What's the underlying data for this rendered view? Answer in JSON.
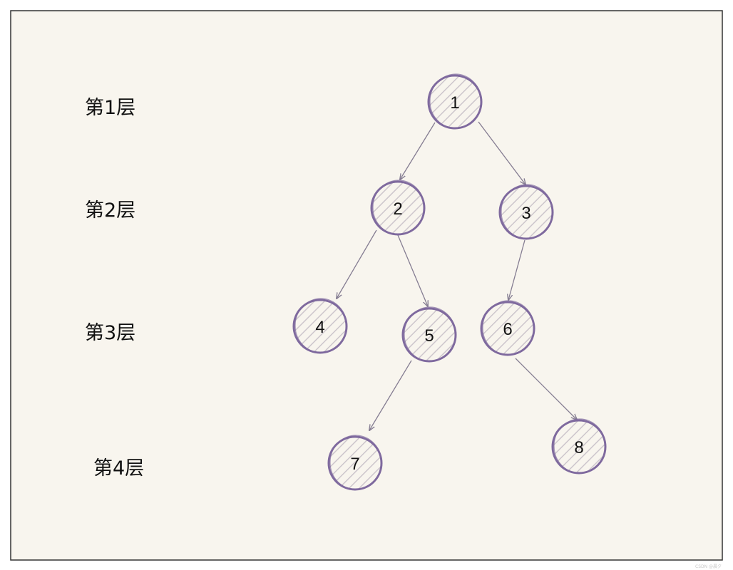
{
  "diagram": {
    "levels": [
      "第1层",
      "第2层",
      "第3层",
      "第4层"
    ],
    "nodes": [
      {
        "id": "1",
        "label": "1",
        "level": 1
      },
      {
        "id": "2",
        "label": "2",
        "level": 2
      },
      {
        "id": "3",
        "label": "3",
        "level": 2
      },
      {
        "id": "4",
        "label": "4",
        "level": 3
      },
      {
        "id": "5",
        "label": "5",
        "level": 3
      },
      {
        "id": "6",
        "label": "6",
        "level": 3
      },
      {
        "id": "7",
        "label": "7",
        "level": 4
      },
      {
        "id": "8",
        "label": "8",
        "level": 4
      }
    ],
    "edges": [
      {
        "from": "1",
        "to": "2"
      },
      {
        "from": "1",
        "to": "3"
      },
      {
        "from": "2",
        "to": "4"
      },
      {
        "from": "2",
        "to": "5"
      },
      {
        "from": "3",
        "to": "6"
      },
      {
        "from": "5",
        "to": "7"
      },
      {
        "from": "6",
        "to": "8"
      }
    ],
    "colors": {
      "background": "#f8f5ee",
      "frame": "#333333",
      "node_stroke": "#7f6a9e",
      "hatch": "#c9c3c9",
      "edge": "#857d92",
      "text": "#111111"
    }
  },
  "watermark": "CSDN @晨夕"
}
